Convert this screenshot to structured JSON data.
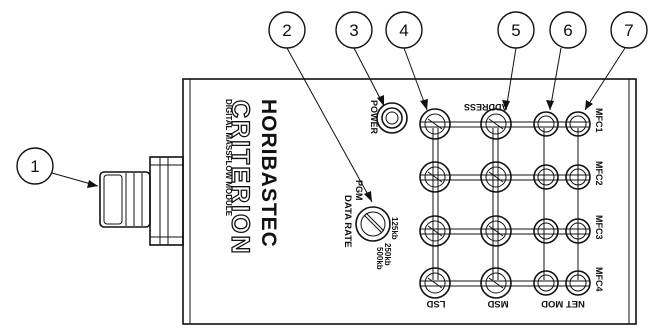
{
  "callouts": [
    "1",
    "2",
    "3",
    "4",
    "5",
    "6",
    "7"
  ],
  "brand": {
    "maker": "HORIBASTEC",
    "product": "CRITERION",
    "subtitle": "DIGITAL MASSFLOW MODULE"
  },
  "labels": {
    "power": "POWER",
    "address": "ADDRESS",
    "pgm": "PGM",
    "data_rate": "DATA RATE",
    "rate_125": "125kb",
    "rate_250": "250kb",
    "rate_500": "500kb",
    "lsd": "LSD",
    "msd": "MSD",
    "net_mod": "NET MOD",
    "mfc1": "MFC1",
    "mfc2": "MFC2",
    "mfc3": "MFC3",
    "mfc4": "MFC4"
  }
}
